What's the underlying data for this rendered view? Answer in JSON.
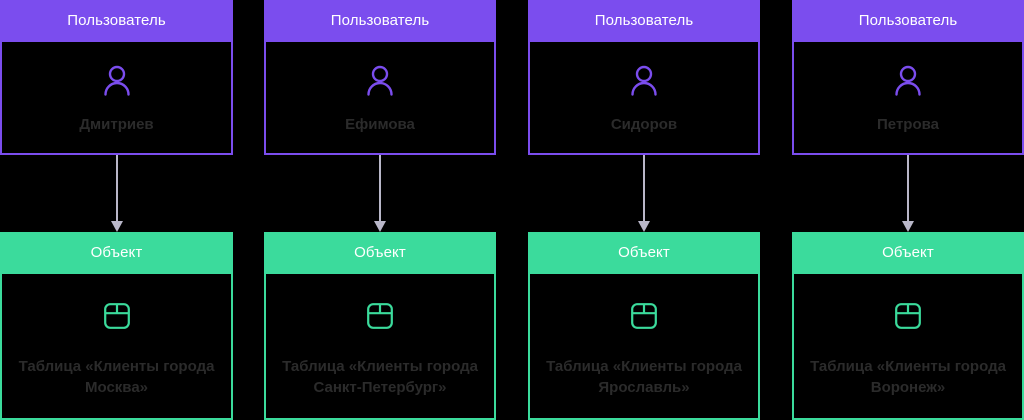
{
  "diagram": {
    "type": "flow",
    "background_color": "#000000",
    "orientation": "4 columns, user above object, arrow downward",
    "colors": {
      "user_header": "#7B4DEE",
      "object_header": "#3BDB9C",
      "arrow": "#b9b7c9",
      "entity_text": "#2b2b2b",
      "header_text": "#ffffff"
    }
  },
  "columns": [
    {
      "user": {
        "header": "Пользователь",
        "icon": "person-icon",
        "name": "Дмитриев"
      },
      "arrow": "arrow-down-icon",
      "object": {
        "header": "Объект",
        "icon": "table-icon",
        "name": "Таблица «Клиенты города Москва»"
      }
    },
    {
      "user": {
        "header": "Пользователь",
        "icon": "person-icon",
        "name": "Ефимова"
      },
      "arrow": "arrow-down-icon",
      "object": {
        "header": "Объект",
        "icon": "table-icon",
        "name": "Таблица «Клиенты города Санкт-Петербург»"
      }
    },
    {
      "user": {
        "header": "Пользователь",
        "icon": "person-icon",
        "name": "Сидоров"
      },
      "arrow": "arrow-down-icon",
      "object": {
        "header": "Объект",
        "icon": "table-icon",
        "name": "Таблица «Клиенты города Ярославль»"
      }
    },
    {
      "user": {
        "header": "Пользователь",
        "icon": "person-icon",
        "name": "Петрова"
      },
      "arrow": "arrow-down-icon",
      "object": {
        "header": "Объект",
        "icon": "table-icon",
        "name": "Таблица «Клиенты города Воронеж»"
      }
    }
  ]
}
